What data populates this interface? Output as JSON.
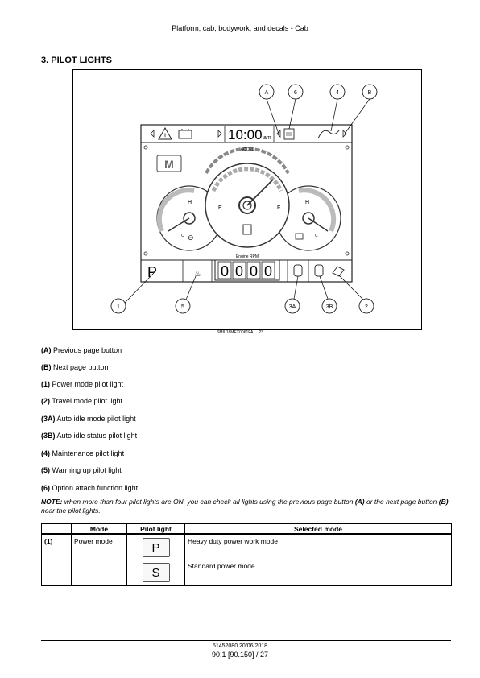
{
  "header": {
    "title": "Platform, cab, bodywork, and decals - Cab"
  },
  "section": {
    "title": "3. PILOT LIGHTS"
  },
  "figure": {
    "caption_code": "SMIL18MEX0061FA",
    "caption_num": "23",
    "time": "10:00",
    "time_suffix": "am",
    "accel": "ACCEL",
    "engine_rpm": "Engine RPM",
    "rpm_digits": [
      "0",
      "0",
      "0",
      "0"
    ],
    "power_letter": "P",
    "gauge_h_left": "H",
    "gauge_c_left": "C",
    "gauge_h_right": "H",
    "gauge_c_right": "C",
    "gauge_e": "E",
    "gauge_f": "F",
    "mode_logo": "M",
    "callouts_top": [
      "A",
      "6",
      "4",
      "B"
    ],
    "callouts_bottom": [
      "1",
      "5",
      "3A",
      "3B",
      "2"
    ]
  },
  "legend": [
    {
      "key": "(A)",
      "text": "Previous page button"
    },
    {
      "key": "(B)",
      "text": "Next page button"
    },
    {
      "key": "(1)",
      "text": "Power mode pilot light"
    },
    {
      "key": "(2)",
      "text": "Travel mode pilot light"
    },
    {
      "key": "(3A)",
      "text": "Auto idle mode pilot light"
    },
    {
      "key": "(3B)",
      "text": "Auto idle status pilot light"
    },
    {
      "key": "(4)",
      "text": "Maintenance pilot light"
    },
    {
      "key": "(5)",
      "text": "Warming up pilot light"
    },
    {
      "key": "(6)",
      "text": "Option attach function light"
    }
  ],
  "note": {
    "label": "NOTE:",
    "text1": " when more than four pilot lights are ON, you can check all lights using the previous page button ",
    "btnA": "(A)",
    "text2": " or the next page button ",
    "btnB": "(B)",
    "text3": " near the pilot lights."
  },
  "table": {
    "headers": [
      "",
      "Mode",
      "Pilot light",
      "Selected mode"
    ],
    "rows": [
      {
        "num": "(1)",
        "mode": "Power mode",
        "light": "P",
        "selected": "Heavy duty power work mode"
      },
      {
        "light": "S",
        "selected": "Standard power mode"
      }
    ]
  },
  "footer": {
    "doc": "51452080 20/06/2018",
    "page": "90.1 [90.150] / 27"
  }
}
